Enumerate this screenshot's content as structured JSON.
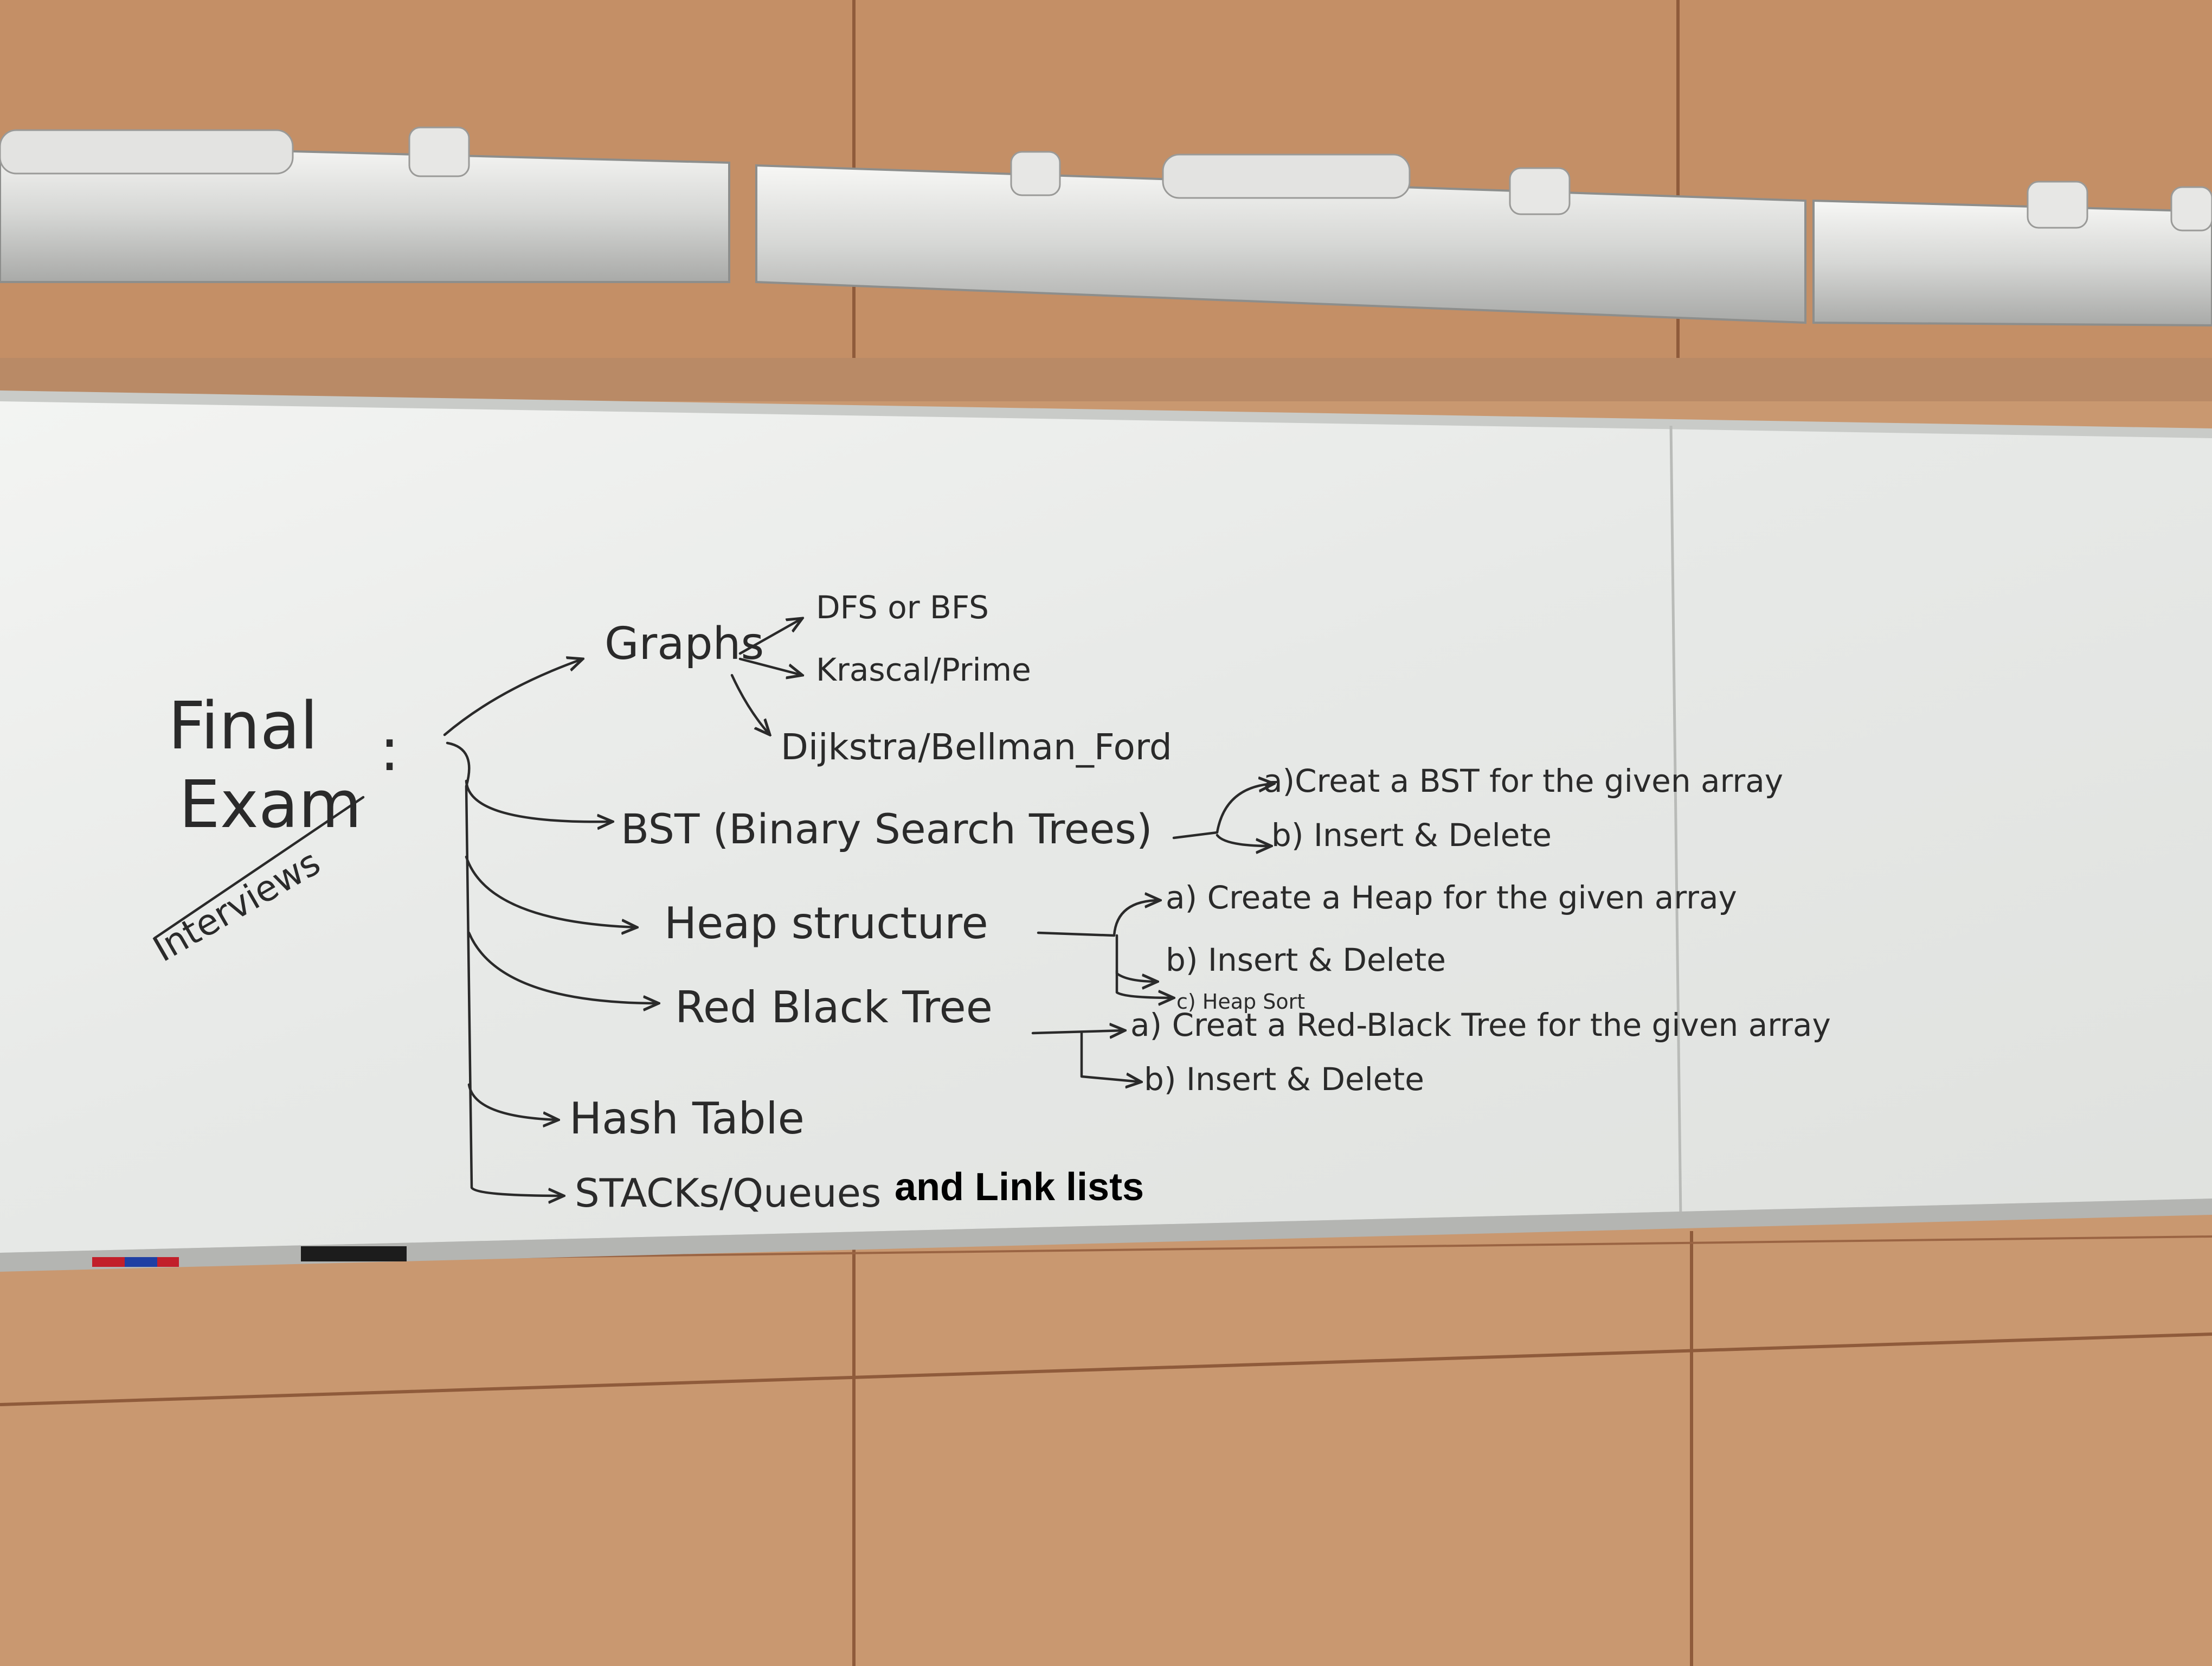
{
  "colors": {
    "wall_wood": "#c99870",
    "wall_wood_dark": "#a8714c",
    "whiteboard": "#eceeec",
    "marker_ink": "#2a2a2a",
    "printed_text": "#000000"
  },
  "whiteboard": {
    "root": {
      "line1": "Final",
      "line2": "Exam",
      "crossed_out": "Interviews",
      "colon": ":"
    },
    "graphs": {
      "label": "Graphs",
      "items": [
        "DFS or BFS",
        "Krascal/Prime",
        "Dijkstra/Bellman_Ford"
      ]
    },
    "bst": {
      "label": "BST (Binary Search Trees)",
      "items": [
        "a)Creat a BST for the given array",
        "b) Insert & Delete"
      ]
    },
    "heap": {
      "label": "Heap structure",
      "items": [
        "a) Create a Heap for the given array",
        "b) Insert & Delete",
        "c) Heap Sort"
      ]
    },
    "rbt": {
      "label": "Red Black Tree",
      "items": [
        "a) Creat a Red-Black Tree for the given array",
        "b) Insert & Delete"
      ]
    },
    "hash": {
      "label": "Hash Table"
    },
    "stacks": {
      "label": "STACKs/Queues",
      "added_text": "and Link lists"
    }
  }
}
